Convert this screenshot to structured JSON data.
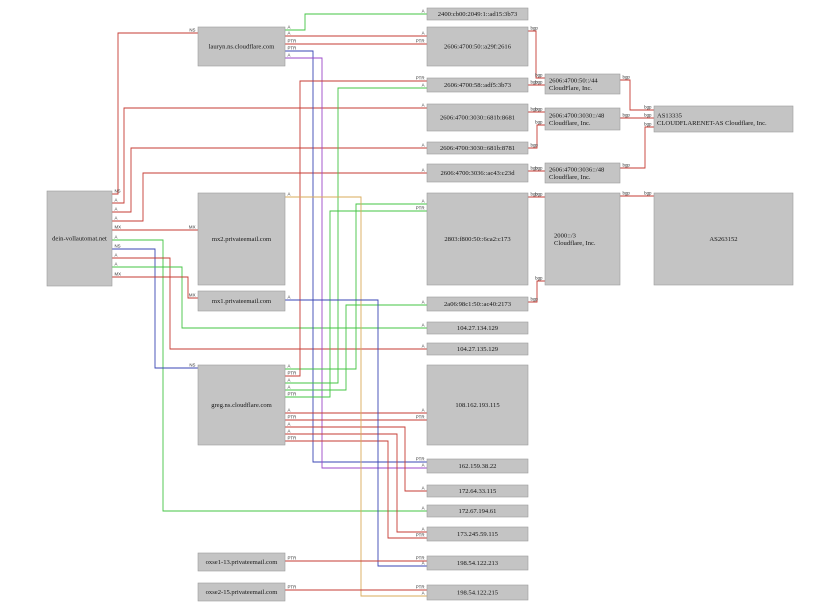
{
  "nodes": {
    "dein": {
      "lines": [
        "dein-vollautomat.net"
      ]
    },
    "lauryn": {
      "lines": [
        "lauryn.ns.cloudflare.com"
      ]
    },
    "mx2": {
      "lines": [
        "mx2.privateemail.com"
      ]
    },
    "mx1": {
      "lines": [
        "mx1.privateemail.com"
      ]
    },
    "greg": {
      "lines": [
        "greg.ns.cloudflare.com"
      ]
    },
    "oxse1": {
      "lines": [
        "oxse1-13.privateemail.com"
      ]
    },
    "oxse2": {
      "lines": [
        "oxse2-15.privateemail.com"
      ]
    },
    "ip1": {
      "lines": [
        "2400:cb00:2049:1::ad15:3b73"
      ]
    },
    "ip2": {
      "lines": [
        "2606:4700:50::a29f:2616"
      ]
    },
    "ip3": {
      "lines": [
        "2606:4700:58::adf5:3b73"
      ]
    },
    "ip4": {
      "lines": [
        "2606:4700:3030::681b:8681"
      ]
    },
    "ip5": {
      "lines": [
        "2606:4700:3030::681b:8781"
      ]
    },
    "ip6": {
      "lines": [
        "2606:4700:3036::ac43:c23d"
      ]
    },
    "ip7": {
      "lines": [
        "2803:f800:50::6ca2:c173"
      ]
    },
    "ip8": {
      "lines": [
        "2a06:98c1:50::ac40:2173"
      ]
    },
    "ip9": {
      "lines": [
        "104.27.134.129"
      ]
    },
    "ip10": {
      "lines": [
        "104.27.135.129"
      ]
    },
    "ip11": {
      "lines": [
        "108.162.193.115"
      ]
    },
    "ip12": {
      "lines": [
        "162.159.38.22"
      ]
    },
    "ip13": {
      "lines": [
        "172.64.33.115"
      ]
    },
    "ip14": {
      "lines": [
        "172.67.194.61"
      ]
    },
    "ip15": {
      "lines": [
        "173.245.59.115"
      ]
    },
    "ip16": {
      "lines": [
        "198.54.122.213"
      ]
    },
    "ip17": {
      "lines": [
        "198.54.122.215"
      ]
    },
    "pfx1": {
      "lines": [
        "2606:4700:50::/44",
        "CloudFlare, Inc."
      ]
    },
    "pfx2": {
      "lines": [
        "2606:4700:3030::/48",
        "Cloudflare, Inc."
      ]
    },
    "pfx3": {
      "lines": [
        "2606:4700:3036::/48",
        "Cloudflare, Inc."
      ]
    },
    "pfx4": {
      "lines": [
        "2000::/3",
        "Cloudflare, Inc."
      ]
    },
    "as1": {
      "lines": [
        "AS13335",
        "CLOUDFLARENET-AS Cloudflare, Inc."
      ]
    },
    "as2": {
      "lines": [
        "AS263152"
      ]
    }
  },
  "edges": [
    {
      "label": "NS",
      "color": "#c63b33"
    },
    {
      "label": "A",
      "color": "#c63b33"
    },
    {
      "label": "A",
      "color": "#c63b33"
    },
    {
      "label": "A",
      "color": "#c63b33"
    },
    {
      "label": "MX",
      "color": "#c63b33"
    },
    {
      "label": "A",
      "color": "#43c443"
    },
    {
      "label": "NS",
      "color": "#3a46b4"
    },
    {
      "label": "A",
      "color": "#c63b33"
    },
    {
      "label": "A",
      "color": "#43c443"
    },
    {
      "label": "MX",
      "color": "#c63b33"
    },
    {
      "label": "A",
      "color": "#43c443"
    },
    {
      "label": "A",
      "color": "#c63b33"
    },
    {
      "label": "PTR",
      "color": "#c63b33"
    },
    {
      "label": "PTR",
      "color": "#3a46b4"
    },
    {
      "label": "A",
      "color": "#9b47c9"
    },
    {
      "label": "A",
      "color": "#43c443"
    },
    {
      "label": "PTR",
      "color": "#c63b33"
    },
    {
      "label": "A",
      "color": "#43c443"
    },
    {
      "label": "A",
      "color": "#43c443"
    },
    {
      "label": "PTR",
      "color": "#43c443"
    },
    {
      "label": "A",
      "color": "#c63b33"
    },
    {
      "label": "PTR",
      "color": "#c63b33"
    },
    {
      "label": "A",
      "color": "#c63b33"
    },
    {
      "label": "A",
      "color": "#c63b33"
    },
    {
      "label": "PTR",
      "color": "#c63b33"
    },
    {
      "label": "A",
      "color": "#d9ab5a"
    },
    {
      "label": "A",
      "color": "#3a46b4"
    },
    {
      "label": "PTR",
      "color": "#c63b33"
    },
    {
      "label": "PTR",
      "color": "#c63b33"
    },
    {
      "label": "bgp",
      "color": "#c63b33"
    },
    {
      "label": "bgp",
      "color": "#c63b33"
    },
    {
      "label": "bgp",
      "color": "#c63b33"
    },
    {
      "label": "bgp",
      "color": "#c63b33"
    },
    {
      "label": "bgp",
      "color": "#c63b33"
    },
    {
      "label": "bgp",
      "color": "#c63b33"
    },
    {
      "label": "bgp",
      "color": "#c63b33"
    },
    {
      "label": "bgp",
      "color": "#c63b33"
    },
    {
      "label": "bgp",
      "color": "#c63b33"
    },
    {
      "label": "bgp",
      "color": "#c63b33"
    },
    {
      "label": "bgp",
      "color": "#c63b33"
    }
  ]
}
